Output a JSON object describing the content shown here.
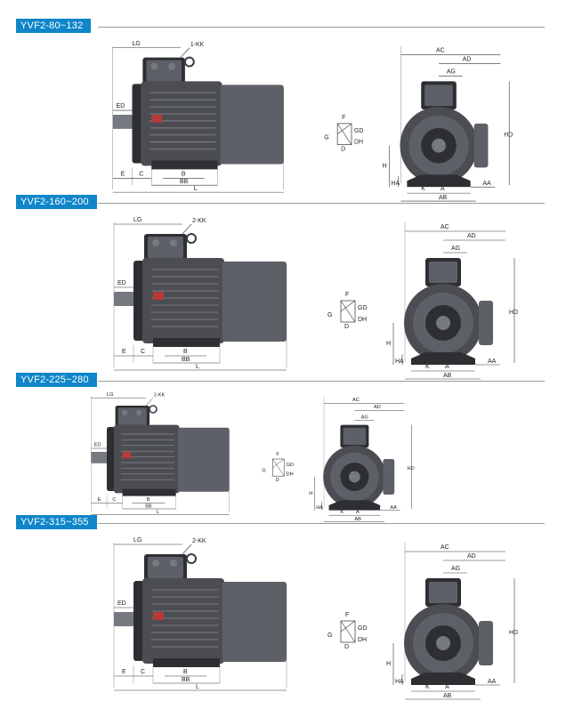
{
  "sections": [
    {
      "label": "YVF2-80~132",
      "lg": "LG",
      "kk": "1-KK",
      "ed": "ED",
      "e": "E",
      "c": "C",
      "b": "B",
      "bb": "BB",
      "l": "L",
      "g": "G",
      "gd": "GD",
      "dh": "DH",
      "f": "F",
      "d": "D",
      "ac": "AC",
      "ad": "AD",
      "ag": "AG",
      "hd": "HD",
      "h": "H",
      "ha": "HA",
      "k": "K",
      "a": "A",
      "aa": "AA",
      "ab": "AB"
    },
    {
      "label": "YVF2-160~200",
      "lg": "LG",
      "kk": "2-KK",
      "ed": "ED",
      "e": "E",
      "c": "C",
      "b": "B",
      "bb": "BB",
      "l": "L",
      "g": "G",
      "gd": "GD",
      "dh": "DH",
      "f": "F",
      "d": "D",
      "ac": "AC",
      "ad": "AD",
      "ag": "AG",
      "hd": "HD",
      "h": "H",
      "ha": "HA",
      "k": "K",
      "a": "A",
      "aa": "AA",
      "ab": "AB"
    },
    {
      "label": "YVF2-225~280",
      "lg": "LG",
      "kk": "2-KK",
      "ed": "ED",
      "e": "E",
      "c": "C",
      "b": "B",
      "bb": "BB",
      "l": "L",
      "g": "G",
      "gd": "GD",
      "dh": "DH",
      "f": "F",
      "d": "D",
      "ac": "AC",
      "ad": "AD",
      "ag": "AG",
      "hd": "HD",
      "h": "H",
      "ha": "HA",
      "k": "K",
      "a": "A",
      "aa": "AA",
      "ab": "AB"
    },
    {
      "label": "YVF2-315~355",
      "lg": "LG",
      "kk": "2-KK",
      "ed": "ED",
      "e": "E",
      "c": "C",
      "b": "B",
      "bb": "BB",
      "l": "L",
      "g": "G",
      "gd": "GD",
      "dh": "DH",
      "f": "F",
      "d": "D",
      "ac": "AC",
      "ad": "AD",
      "ag": "AG",
      "hd": "HD",
      "h": "H",
      "ha": "HA",
      "k": "K",
      "a": "A",
      "aa": "AA",
      "ab": "AB"
    }
  ],
  "colors": {
    "label_bg": "#0f86c9",
    "motor": "#4b4d52"
  }
}
